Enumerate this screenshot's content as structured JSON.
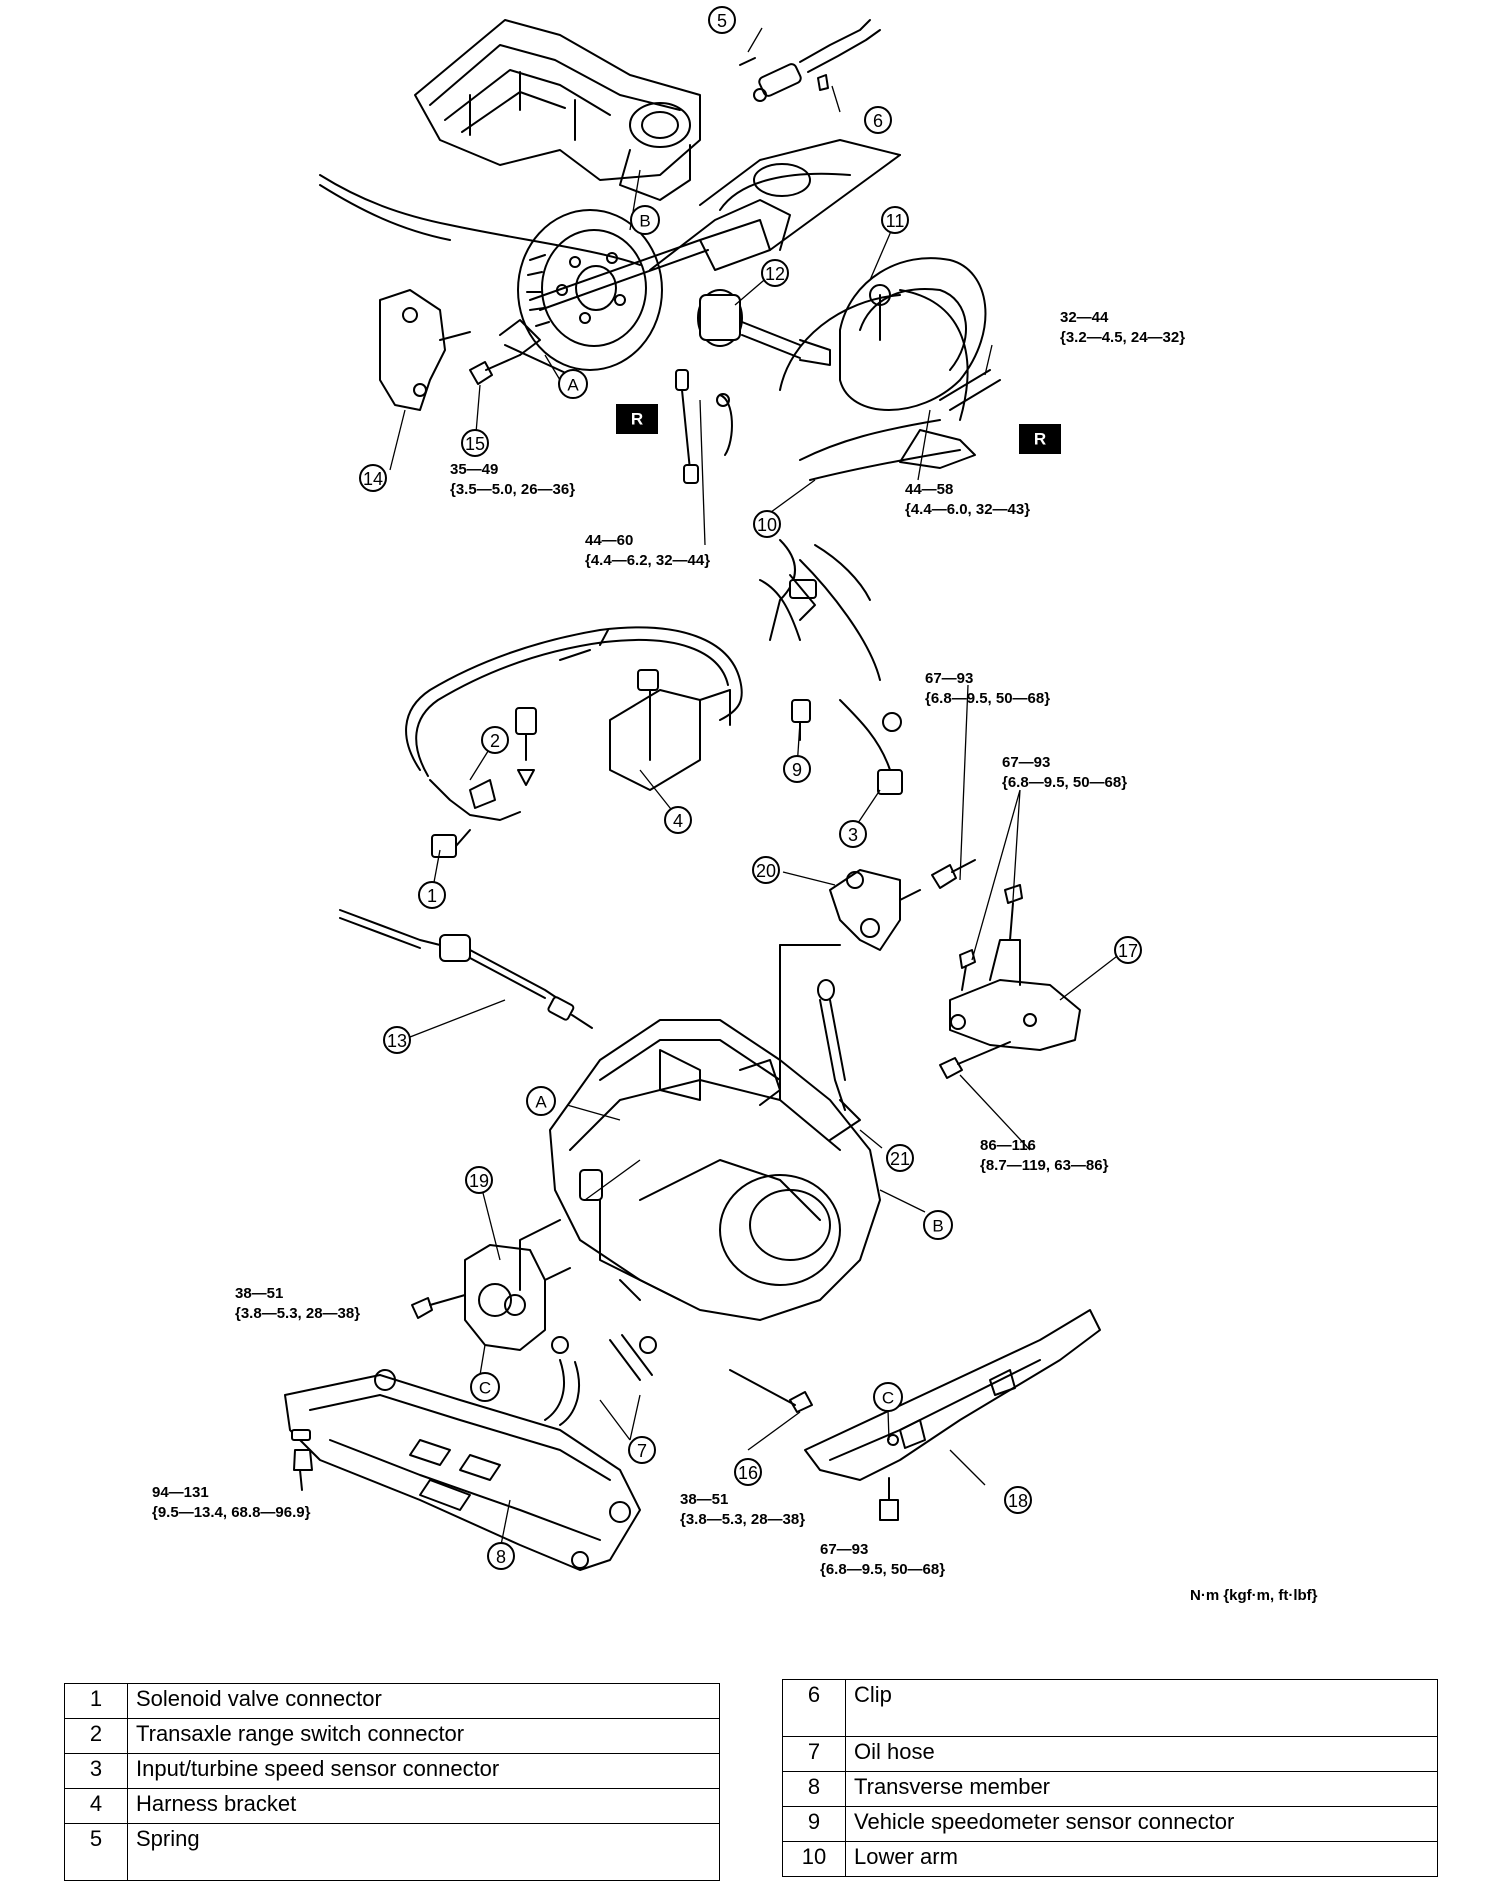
{
  "diagram": {
    "callouts": [
      "1",
      "2",
      "3",
      "4",
      "5",
      "6",
      "7",
      "8",
      "9",
      "10",
      "11",
      "12",
      "13",
      "14",
      "15",
      "16",
      "17",
      "18",
      "19",
      "20",
      "21"
    ],
    "letters": [
      "A",
      "B",
      "C"
    ],
    "remove_mark": "R",
    "torques": {
      "t32_44": [
        "32—44",
        "{3.2—4.5, 24—32}"
      ],
      "t35_49": [
        "35—49",
        "{3.5—5.0, 26—36}"
      ],
      "t44_58": [
        "44—58",
        "{4.4—6.0, 32—43}"
      ],
      "t44_60": [
        "44—60",
        "{4.4—6.2, 32—44}"
      ],
      "t67_93a": [
        "67—93",
        "{6.8—9.5, 50—68}"
      ],
      "t67_93b": [
        "67—93",
        "{6.8—9.5, 50—68}"
      ],
      "t86_116": [
        "86—116",
        "{8.7—119, 63—86}"
      ],
      "t38_51a": [
        "38—51",
        "{3.8—5.3, 28—38}"
      ],
      "t38_51b": [
        "38—51",
        "{3.8—5.3, 28—38}"
      ],
      "t94_131": [
        "94—131",
        "{9.5—13.4, 68.8—96.9}"
      ],
      "t67_93c": [
        "67—93",
        "{6.8—9.5, 50—68}"
      ]
    },
    "unit_note": "N·m {kgf·m, ft·lbf}"
  },
  "parts_left": [
    {
      "num": "1",
      "name": "Solenoid valve connector"
    },
    {
      "num": "2",
      "name": "Transaxle range switch connector"
    },
    {
      "num": "3",
      "name": "Input/turbine speed sensor connector"
    },
    {
      "num": "4",
      "name": "Harness bracket"
    },
    {
      "num": "5",
      "name": "Spring"
    }
  ],
  "parts_right": [
    {
      "num": "6",
      "name": "Clip"
    },
    {
      "num": "7",
      "name": "Oil hose"
    },
    {
      "num": "8",
      "name": "Transverse member"
    },
    {
      "num": "9",
      "name": "Vehicle speedometer sensor connector"
    },
    {
      "num": "10",
      "name": "Lower arm"
    }
  ]
}
